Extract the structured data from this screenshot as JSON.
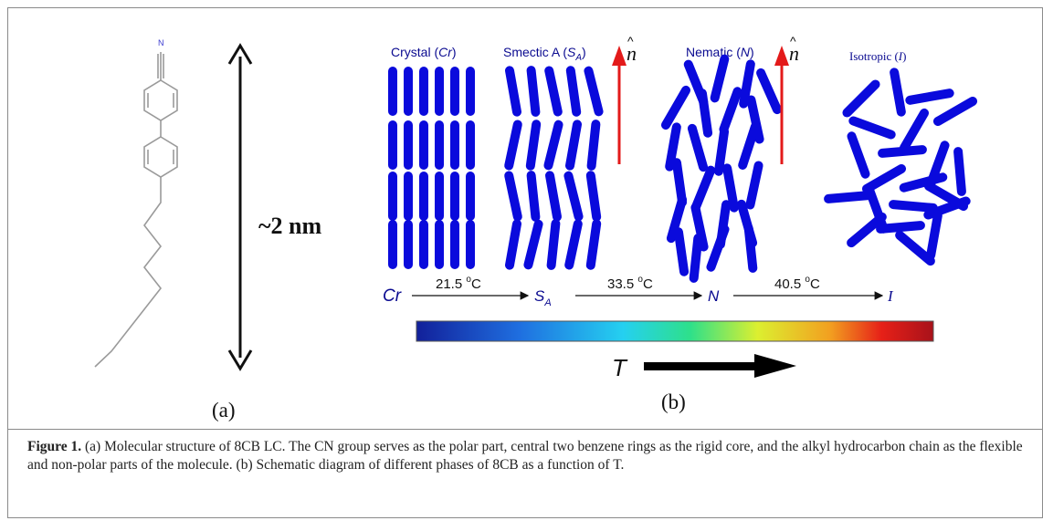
{
  "figure": {
    "molecule": {
      "nitrogen_label": "N",
      "size_label": "~2 nm",
      "panel_label": "(a)"
    },
    "phases": [
      {
        "label_text": "Crystal (",
        "label_ital": "Cr",
        "label_end": ")"
      },
      {
        "label_text": "Smectic A (",
        "label_ital": "S",
        "label_sub": "A",
        "label_end": ")"
      },
      {
        "label_text": "Nematic (",
        "label_ital": "N",
        "label_end": ")"
      },
      {
        "label_text": "Isotropic (",
        "label_ital": "I",
        "label_end": ")"
      }
    ],
    "director_symbol": "n",
    "director_hat": "^",
    "transitions": {
      "cr": "Cr",
      "sa_main": "S",
      "sa_sub": "A",
      "n": "N",
      "i": "I",
      "t1": "21.5 ",
      "t2": "33.5 ",
      "t3": "40.5 ",
      "deg": "o",
      "unit": "C"
    },
    "temperature_label": "T",
    "panel_label_b": "(b)",
    "colors": {
      "rod": "#0a0adc",
      "director_arrow": "#e31a1a",
      "gradient": [
        "#12209a",
        "#1f6fe0",
        "#25d0f0",
        "#2ee08a",
        "#dcef30",
        "#f2a020",
        "#e62018",
        "#a8121a"
      ]
    }
  },
  "caption": {
    "label": "Figure 1.",
    "text": " (a) Molecular structure of 8CB LC. The CN group serves as the polar part, central two benzene rings as the rigid core, and the alkyl hydrocarbon chain as the flexible and non-polar parts of the molecule. (b) Schematic diagram of different phases of 8CB as a function of T."
  }
}
